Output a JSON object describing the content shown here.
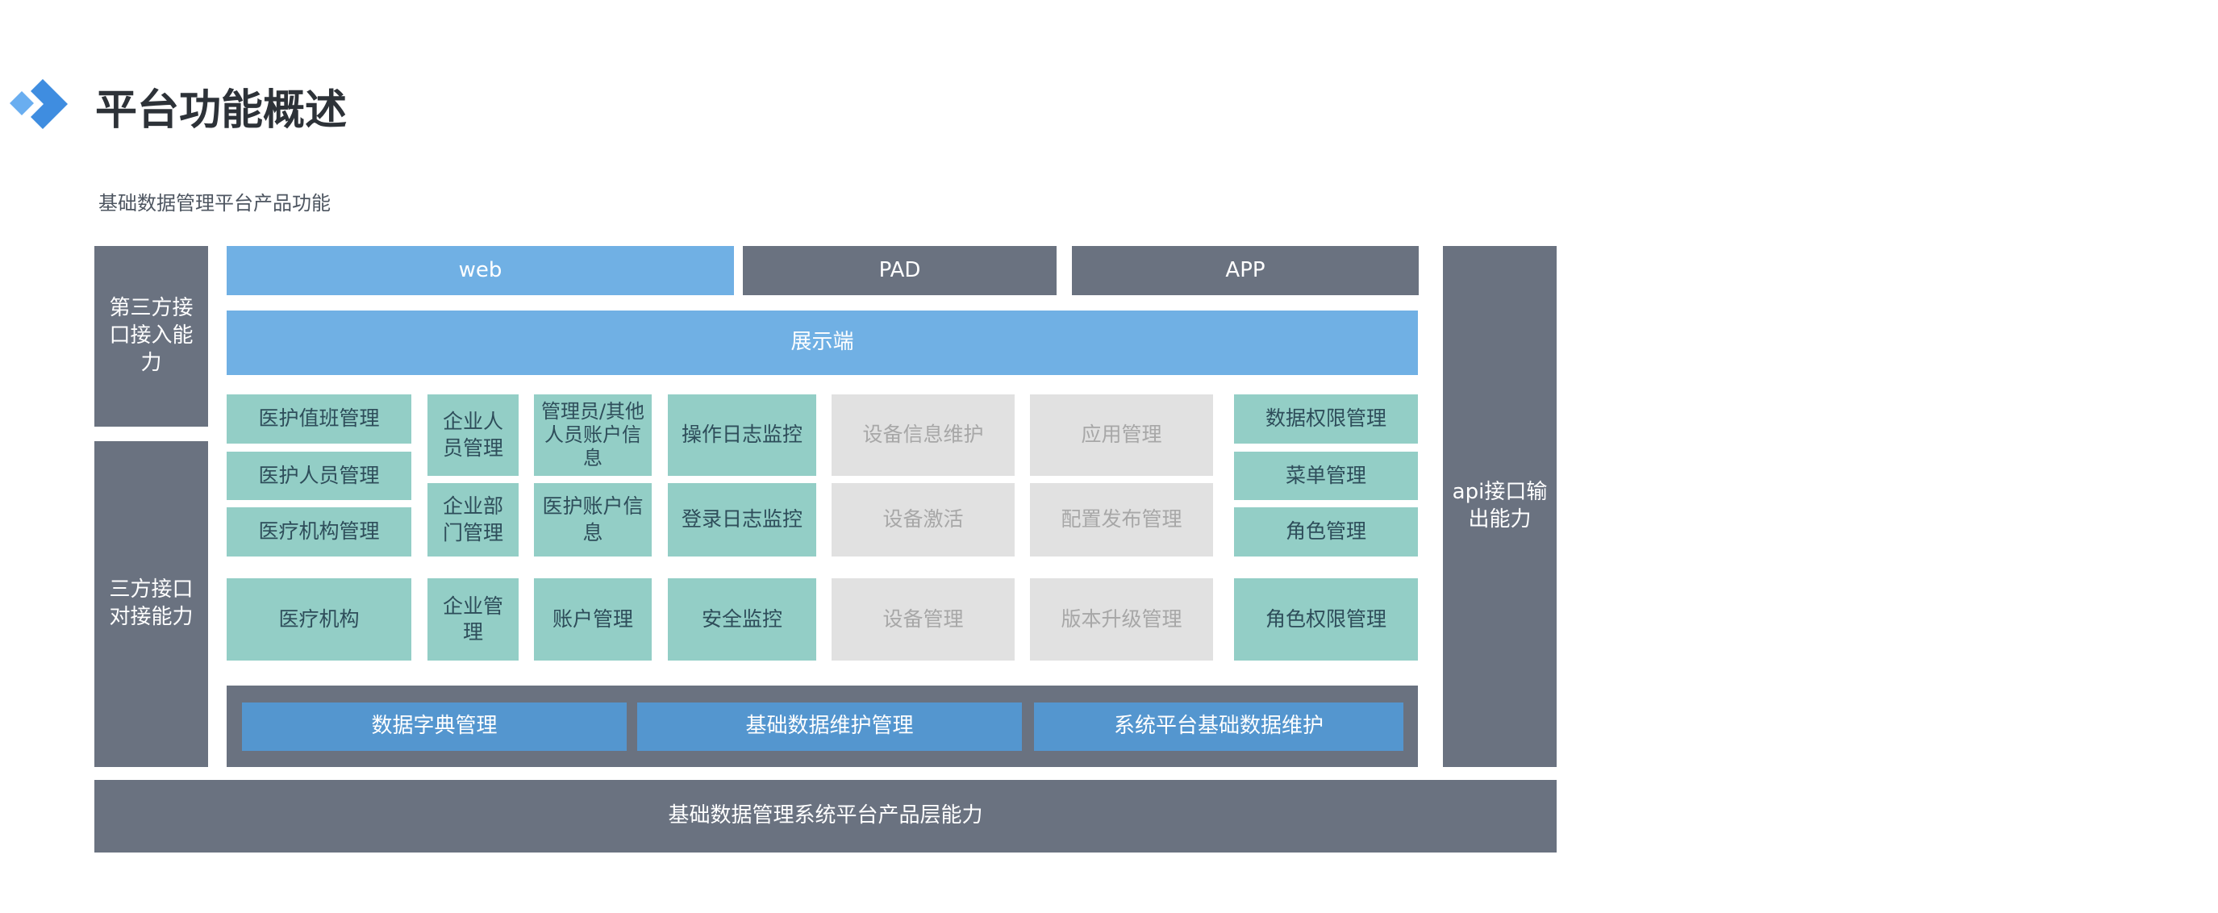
{
  "colors": {
    "dark_slate": "#6a7280",
    "light_blue": "#70b0e4",
    "teal": "#93cec6",
    "grey": "#e1e1e1",
    "mid_blue": "#5496cf",
    "logo_blue": "#4a90e2"
  },
  "header": {
    "logo_icon": "diamond-chevron-logo",
    "title": "平台功能概述",
    "subtitle": "基础数据管理平台产品功能"
  },
  "left": {
    "third_party_access": "第三方接口接入能力",
    "three_party_docking": "三方接口对接能力"
  },
  "right": {
    "api_output": "api接口输出能力"
  },
  "clients": {
    "web": "web",
    "pad": "PAD",
    "app": "APP",
    "display": "展示端"
  },
  "modules": {
    "medical": {
      "duty": "医护值班管理",
      "staff": "医护人员管理",
      "institution_mgmt": "医疗机构管理",
      "institution": "医疗机构"
    },
    "enterprise": {
      "staff": "企业人员管理",
      "dept": "企业部门管理",
      "mgmt": "企业管理"
    },
    "account": {
      "admin": "管理员/其他人员账户信息",
      "medical_account": "医护账户信息",
      "mgmt": "账户管理"
    },
    "monitor": {
      "operation_log": "操作日志监控",
      "login_log": "登录日志监控",
      "security": "安全监控"
    },
    "device": {
      "info": "设备信息维护",
      "activate": "设备激活",
      "mgmt": "设备管理"
    },
    "app": {
      "mgmt": "应用管理",
      "config": "配置发布管理",
      "upgrade": "版本升级管理"
    },
    "permission": {
      "data": "数据权限管理",
      "menu": "菜单管理",
      "role": "角色管理",
      "role_permission": "角色权限管理"
    }
  },
  "data_layer": {
    "dictionary": "数据字典管理",
    "basic_maintenance": "基础数据维护管理",
    "system_maintenance": "系统平台基础数据维护"
  },
  "footer": {
    "product_layer": "基础数据管理系统平台产品层能力"
  }
}
